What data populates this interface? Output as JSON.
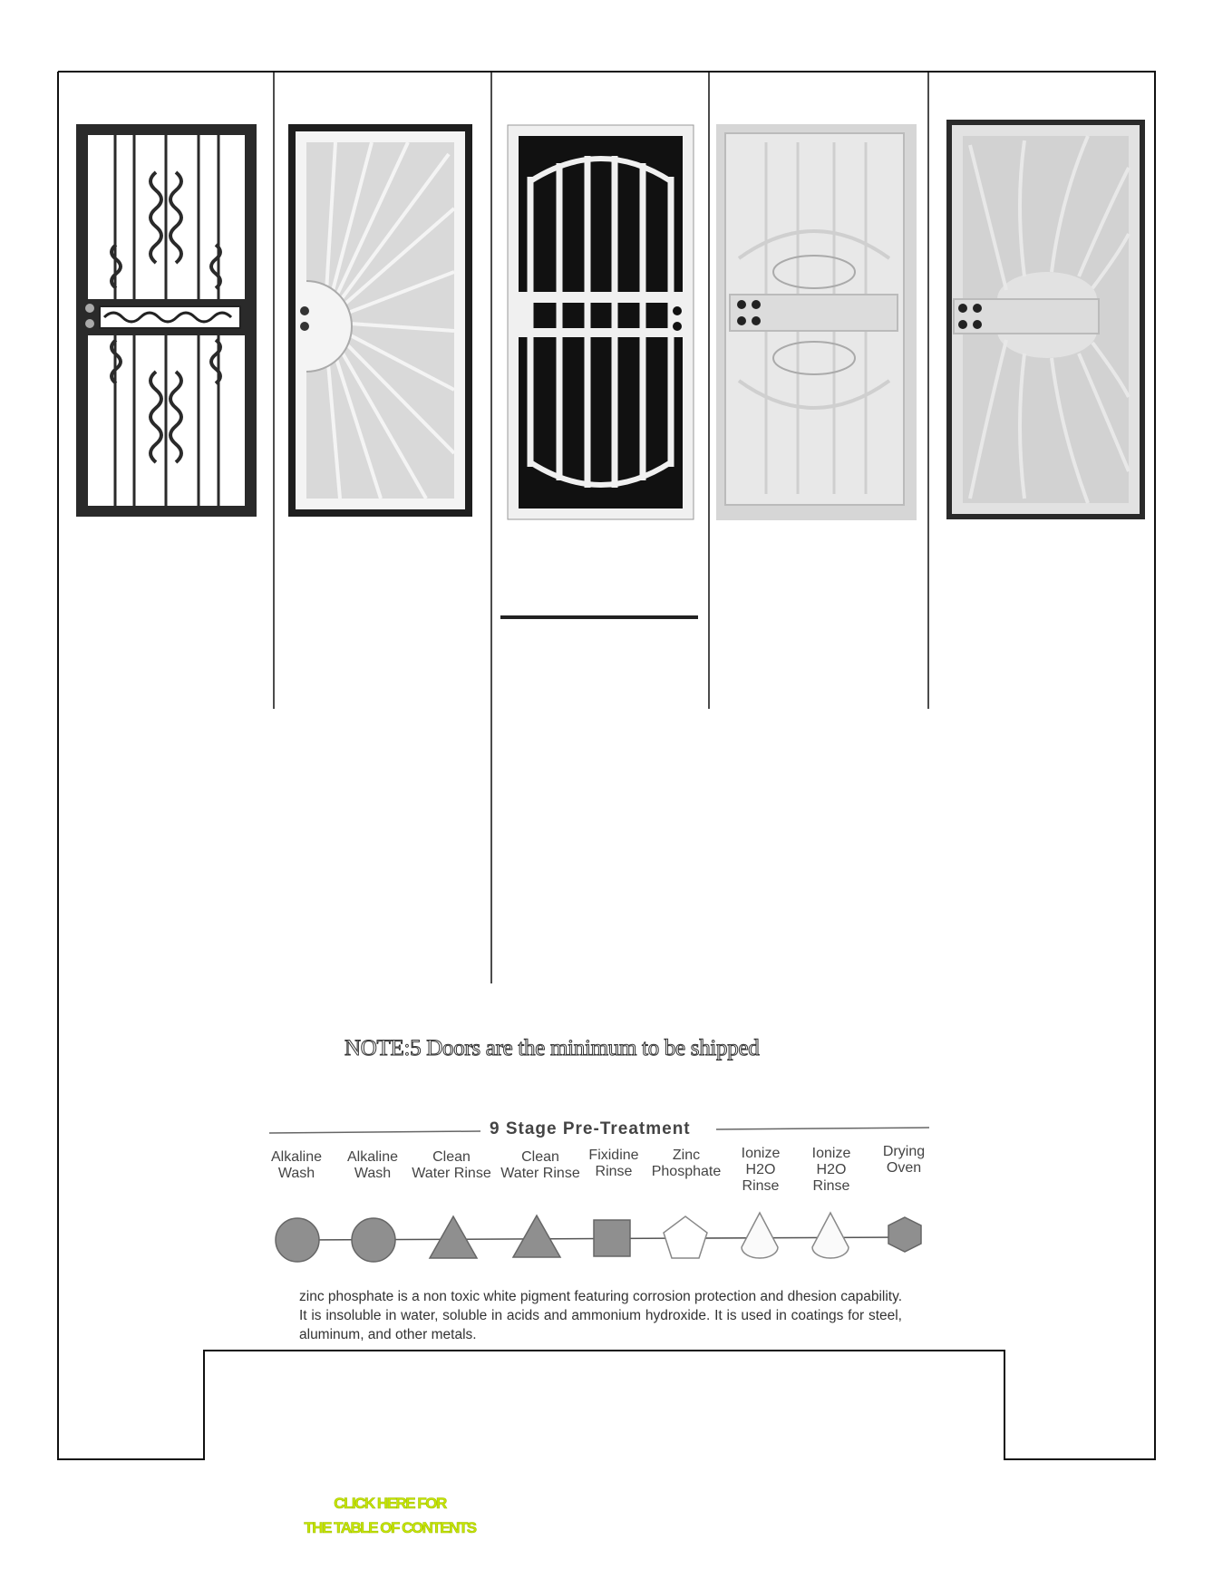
{
  "note": "NOTE:5 Doors are the minimum to be shipped",
  "pretreatment": {
    "title": "9 Stage Pre-Treatment",
    "stages": [
      {
        "line1": "Alkaline",
        "line2": "Wash",
        "line3": "",
        "shape": "circle"
      },
      {
        "line1": "Alkaline",
        "line2": "Wash",
        "line3": "",
        "shape": "circle"
      },
      {
        "line1": "Clean",
        "line2": "Water Rinse",
        "line3": "",
        "shape": "triangle"
      },
      {
        "line1": "Clean",
        "line2": "Water Rinse",
        "line3": "",
        "shape": "triangle"
      },
      {
        "line1": "Fixidine",
        "line2": "Rinse",
        "line3": "",
        "shape": "square"
      },
      {
        "line1": "Zinc",
        "line2": "Phosphate",
        "line3": "",
        "shape": "pentagon"
      },
      {
        "line1": "Ionize",
        "line2": "H2O",
        "line3": "Rinse",
        "shape": "drop"
      },
      {
        "line1": "Ionize",
        "line2": "H2O",
        "line3": "Rinse",
        "shape": "drop"
      },
      {
        "line1": "Drying",
        "line2": "Oven",
        "line3": "",
        "shape": "hexagon"
      }
    ],
    "description": "zinc phosphate is a non toxic white pigment featuring corrosion protection and dhesion capability. It is insoluble in water, soluble in acids and ammonium hydroxide. It is used in coatings for steel, aluminum, and other metals."
  },
  "toc_link": {
    "line1": "CLICK HERE FOR",
    "line2": "THE TABLE OF CONTENTS"
  },
  "colors": {
    "shape_fill": "#8f8f8f",
    "link": "#c8e600",
    "frame": "#111111"
  }
}
